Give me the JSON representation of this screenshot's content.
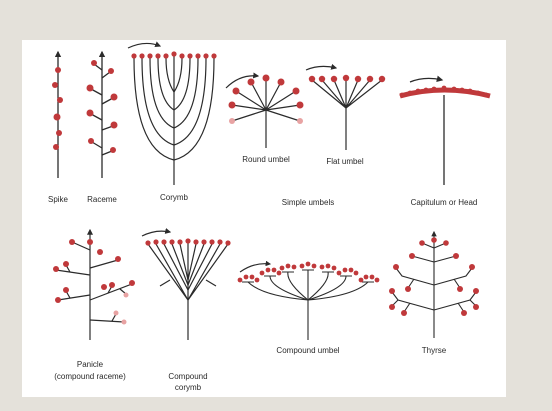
{
  "colors": {
    "background": "#e4e1da",
    "panel": "#ffffff",
    "stem": "#2b2b2b",
    "flower": "#c0393b",
    "flower_light": "#e8a3a3",
    "arrow": "#2b2b2b"
  },
  "labels": {
    "spike": "Spike",
    "raceme": "Raceme",
    "corymb": "Corymb",
    "round_umbel": "Round umbel",
    "flat_umbel": "Flat umbel",
    "simple_umbels": "Simple umbels",
    "capitulum": "Capitulum or Head",
    "panicle_1": "Panicle",
    "panicle_2": "(compound raceme)",
    "compound_corymb_1": "Compound",
    "compound_corymb_2": "corymb",
    "compound_umbel": "Compound umbel",
    "thyrse": "Thyrse"
  }
}
